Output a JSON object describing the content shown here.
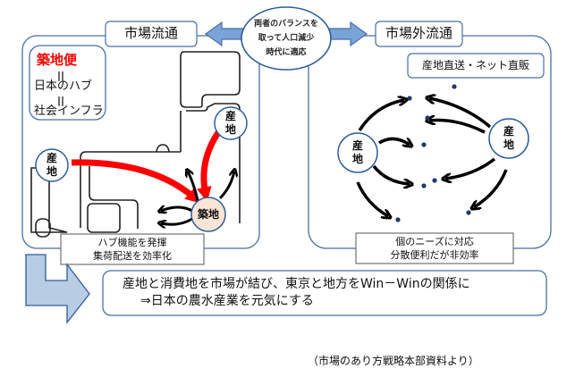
{
  "left_panel": {
    "title": "市場流通",
    "hub_box": {
      "highlight": "築地便",
      "equals": "||",
      "line1": "日本のハブ",
      "line2": "社会インフラ"
    },
    "producer_label_line1": "産",
    "producer_label_line2": "地",
    "hub_node_label": "築地",
    "caption_line1": "ハブ機能を発揮",
    "caption_line2": "集荷配送を効率化"
  },
  "center": {
    "balance_line1": "両者のバランスを",
    "balance_line2": "取って人口減少",
    "balance_line3": "時代に適応"
  },
  "right_panel": {
    "title": "市場外流通",
    "subtitle": "産地直送・ネット直販",
    "producer_label_line1": "産",
    "producer_label_line2": "地",
    "caption_line1": "個のニーズに対応",
    "caption_line2": "分散便利だが非効率"
  },
  "conclusion": {
    "line1": "産地と消費地を市場が結び、東京と地方をWin－Winの関係に",
    "line2": "⇒日本の農水産業を元気にする"
  },
  "source": "（市場のあり方戦略本部資料より）",
  "colors": {
    "frame_blue": "#4a6fa5",
    "arrow_fill": "#7aa3d8",
    "arrow_fill_light": "#b8cce4",
    "red_flow": "#ff0000",
    "hub_fill": "#fce4d6",
    "dot": "#1f3864"
  }
}
